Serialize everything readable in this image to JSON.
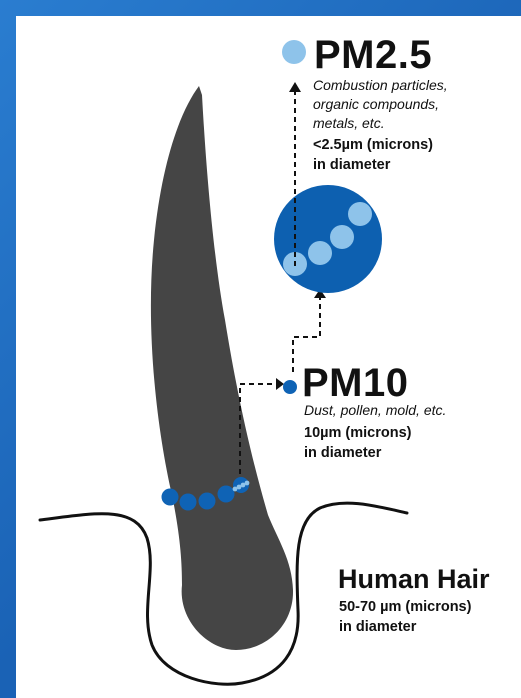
{
  "pm25": {
    "title": "PM2.5",
    "description_lines": [
      "Combustion particles,",
      "organic compounds,",
      "metals, etc."
    ],
    "size_lines": [
      "<2.5µm (microns)",
      "in diameter"
    ]
  },
  "pm10": {
    "title": "PM10",
    "description": "Dust, pollen, mold, etc.",
    "size_lines": [
      "10µm (microns)",
      "in diameter"
    ]
  },
  "hair": {
    "title": "Human Hair",
    "size_lines": [
      "50-70 µm (microns)",
      "in diameter"
    ]
  },
  "colors": {
    "background": "#1f6fc1",
    "hair": "#454545",
    "pm10_blue": "#0f63b5",
    "pm25_light": "#8ec3ea",
    "magnified_disc": "#0d60b0",
    "line": "#111111"
  }
}
